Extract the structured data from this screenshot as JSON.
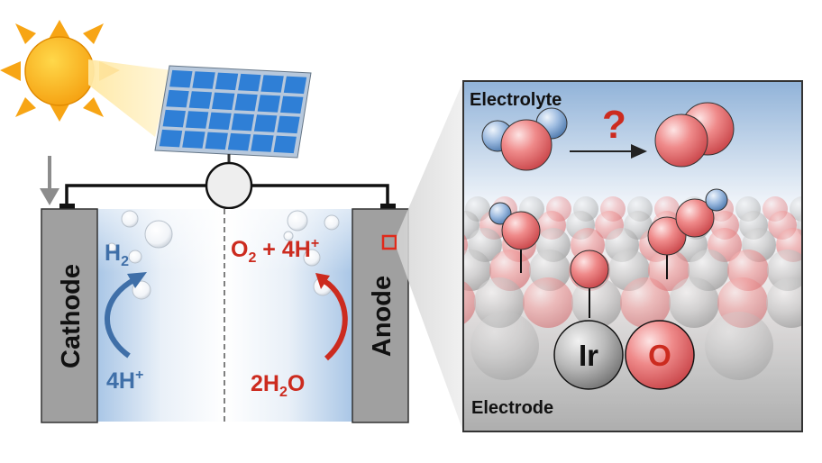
{
  "cell": {
    "cathode_label": "Cathode",
    "anode_label": "Anode",
    "cathode_product": "H",
    "cathode_product_sub": "2",
    "cathode_reactant": "4H",
    "cathode_reactant_sup": "+",
    "anode_product_a": "O",
    "anode_product_a_sub": "2",
    "anode_product_b": " + 4H",
    "anode_product_b_sup": "+",
    "anode_reactant_a": "2H",
    "anode_reactant_a_sub": "2",
    "anode_reactant_b": "O"
  },
  "zoom": {
    "electrolyte_label": "Electrolyte",
    "electrode_label": "Electrode",
    "question_mark": "?",
    "iridium_label": "Ir",
    "oxygen_label": "O"
  },
  "colors": {
    "sun": "#f7a515",
    "panel": "#2f7fd6",
    "electrode": "#9a9a9a",
    "hydrogen_text": "#3f6fa8",
    "oxygen_text": "#cc2b1f",
    "oxygen_atom": "#e8787a",
    "hydrogen_atom": "#8fb3db"
  }
}
